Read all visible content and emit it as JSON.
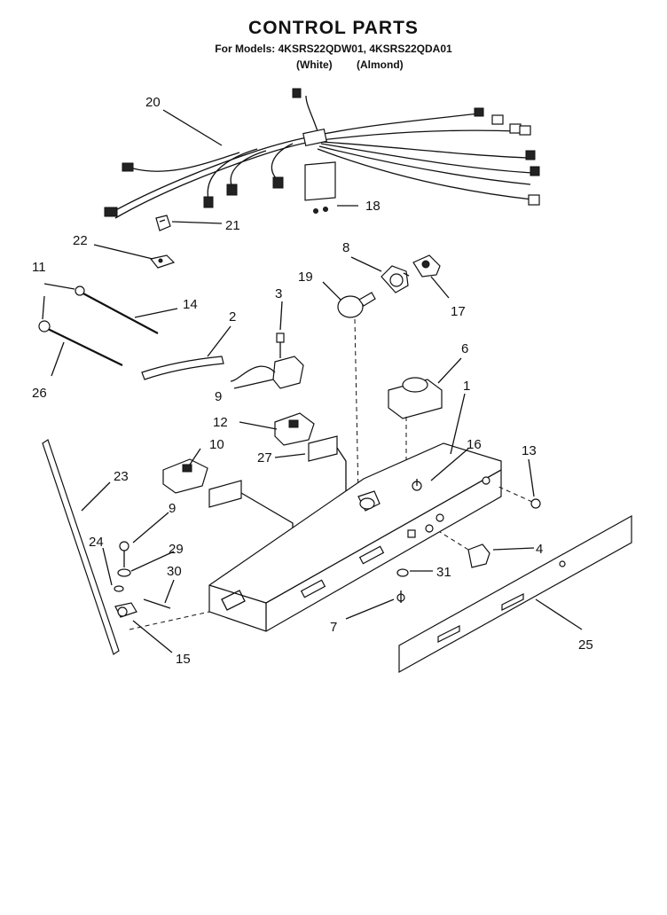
{
  "header": {
    "title": "CONTROL PARTS",
    "models_line": "For Models: 4KSRS22QDW01, 4KSRS22QDA01",
    "color_white": "(White)",
    "color_almond": "(Almond)"
  },
  "callouts": {
    "c1": "1",
    "c2": "2",
    "c3": "3",
    "c4": "4",
    "c6": "6",
    "c7": "7",
    "c8": "8",
    "c9a": "9",
    "c9b": "9",
    "c10": "10",
    "c11": "11",
    "c12": "12",
    "c13": "13",
    "c14": "14",
    "c15": "15",
    "c16": "16",
    "c17": "17",
    "c18": "18",
    "c19": "19",
    "c20": "20",
    "c21": "21",
    "c22": "22",
    "c23": "23",
    "c24": "24",
    "c25": "25",
    "c26": "26",
    "c27": "27",
    "c29": "29",
    "c30": "30",
    "c31": "31"
  }
}
